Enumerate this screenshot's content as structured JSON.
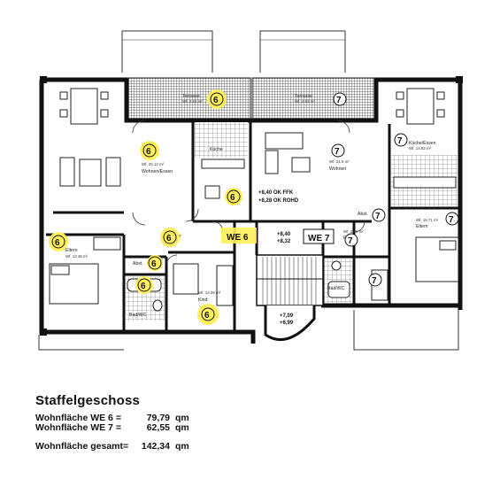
{
  "plan": {
    "title": "Staffelgeschoss",
    "units": [
      {
        "id": "WE 6",
        "label": "Wohnfläche WE 6 =",
        "area": "79,79",
        "unit": "qm"
      },
      {
        "id": "WE 7",
        "label": "Wohnfläche WE 7 =",
        "area": "62,55",
        "unit": "qm"
      }
    ],
    "total": {
      "label": "Wohnfläche gesamt=",
      "area": "142,34",
      "unit": "qm"
    },
    "markers": {
      "we6": "6",
      "we7": "7"
    },
    "tags": {
      "we6": "WE 6",
      "we7": "WE 7"
    },
    "rooms": {
      "terrasse_left": {
        "name": "Terrasse",
        "area": "Wf. 4.52 m²"
      },
      "terrasse_right": {
        "name": "Terrasse",
        "area": "Wf. 4.53 m²"
      },
      "wohnen_essen": {
        "name": "Wohnen/Essen",
        "area": "Wf. 25.12 m²"
      },
      "kueche_left": {
        "name": "Küche",
        "area": ""
      },
      "wohnen_right": {
        "name": "Wohnen",
        "area": "Wf. 21.5 m²"
      },
      "kueche_essen_right": {
        "name": "Küche/Essen",
        "area": "Wf. 14.82 m²"
      },
      "eltern_left": {
        "name": "Eltern",
        "area": "Wf. 13.46 m²"
      },
      "flur_left": {
        "name": "Flur",
        "area": ""
      },
      "abst_left": {
        "name": "Abst.",
        "area": ""
      },
      "bad_left": {
        "name": "Bad/WC",
        "area": ""
      },
      "kind_left": {
        "name": "Kind",
        "area": "Wf. 14.09 m²"
      },
      "abst_right": {
        "name": "Abst.",
        "area": ""
      },
      "flur_right": {
        "name": "Flur",
        "area": "Wf. 3.26 m²"
      },
      "eltern_right": {
        "name": "Eltern",
        "area": "Wf. 15.71 m²"
      },
      "bad_right": {
        "name": "Bad/WC",
        "area": ""
      }
    },
    "levels": {
      "ok_ffk": "+8,40 OK FFK",
      "ok_rohd": "+8,28 OK ROHD",
      "stair_top": "+8,40",
      "stair_top2": "+8,32",
      "stair_bottom": "+7,09",
      "stair_bottom2": "+6,99"
    }
  },
  "colors": {
    "highlight": "#ffef5a",
    "wall": "#111111"
  }
}
